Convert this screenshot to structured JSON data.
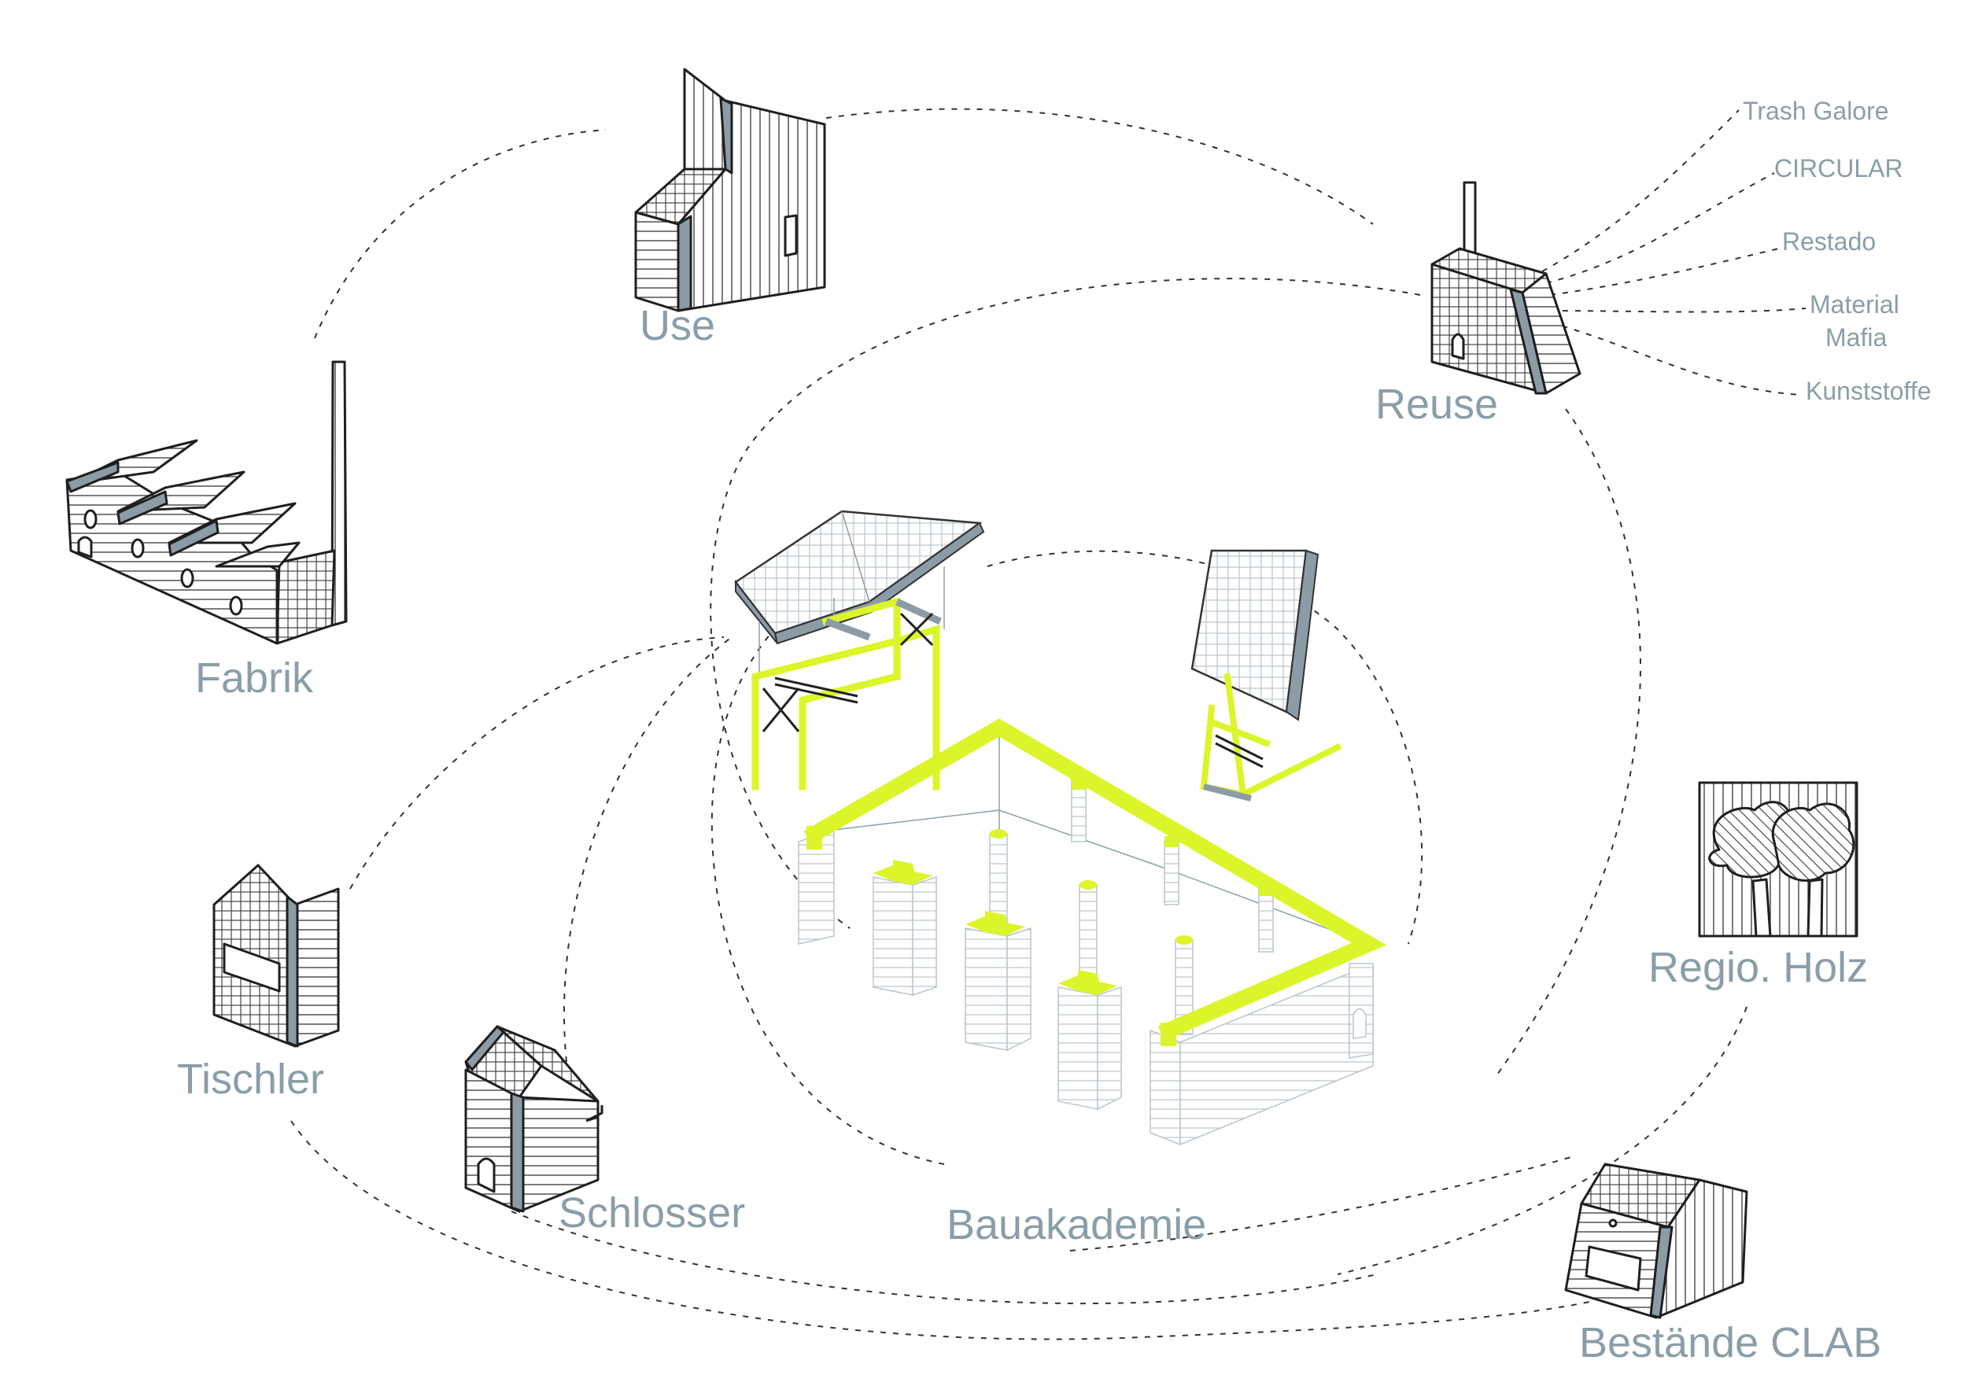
{
  "labels": {
    "use": "Use",
    "reuse": "Reuse",
    "fabrik": "Fabrik",
    "tischler": "Tischler",
    "schlosser": "Schlosser",
    "bauakademie": "Bauakademie",
    "regio_holz": "Regio. Holz",
    "bestaende_clab": "Bestände CLAB"
  },
  "reuse_sources": [
    "Trash Galore",
    "CIRCULAR",
    "Restado",
    "Material",
    "Mafia",
    "Kunststoffe"
  ],
  "colors": {
    "label_text": "#8a9ea9",
    "highlight_lime": "#dcf52b",
    "steel_grey": "#8c9ca6",
    "ink": "#1f1f1f"
  }
}
